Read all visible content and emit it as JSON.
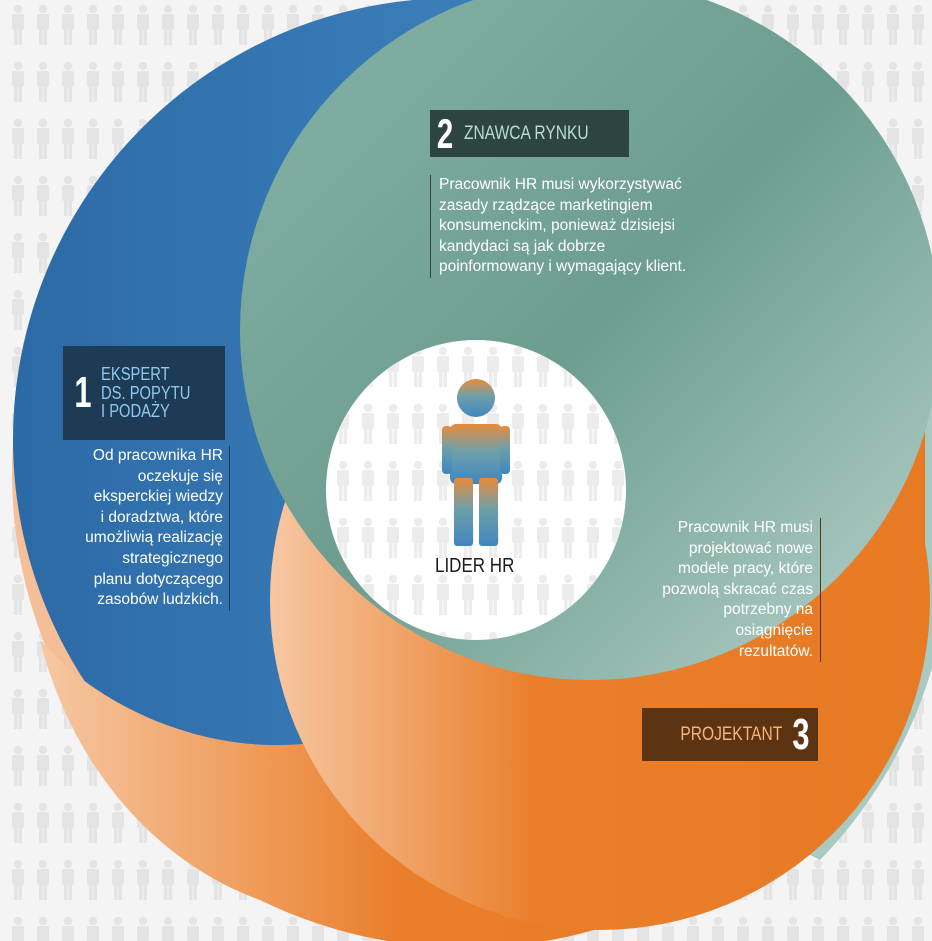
{
  "center": {
    "label": "LIDER HR"
  },
  "segments": [
    {
      "number": "1",
      "title_lines": [
        "EKSPERT",
        "DS. POPYTU",
        "I PODAŻY"
      ],
      "description_lines": [
        "Od pracownika HR",
        "oczekuje się",
        "eksperckiej wiedzy",
        "i doradztwa, które",
        "umożliwią realizację",
        "strategicznego",
        "planu dotyczącego",
        "zasobów ludzkich."
      ],
      "color": "#3c7fba"
    },
    {
      "number": "2",
      "title": "ZNAWCA RYNKU",
      "description_lines": [
        "Pracownik HR musi wykorzystywać",
        "zasady rządzące marketingiem",
        "konsumenckim, ponieważ dzisiejsi",
        "kandydaci są jak dobrze",
        "poinformowany i wymagający klient."
      ],
      "color": "#6f9e90"
    },
    {
      "number": "3",
      "title": "PROJEKTANT",
      "description_lines": [
        "Pracownik HR musi",
        "projektować nowe",
        "modele pracy, które",
        "pozwolą skracać czas",
        "potrzebny na",
        "osiągnięcie",
        "rezultatów."
      ],
      "color": "#ea7a25"
    }
  ],
  "icons": {
    "background": "person-pattern-icon",
    "center": "person-icon"
  }
}
